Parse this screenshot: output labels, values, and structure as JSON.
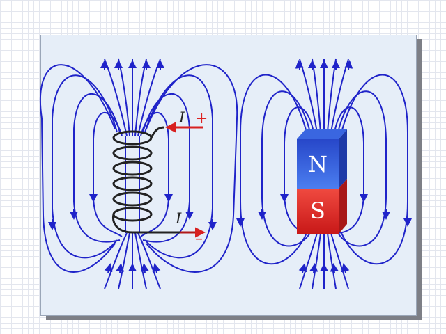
{
  "solenoid": {
    "current_top_label": "I",
    "current_bottom_label": "I",
    "plus_sign": "+",
    "minus_sign": "–"
  },
  "bar_magnet": {
    "north_label": "N",
    "south_label": "S"
  },
  "colors": {
    "field_lines": "#1f23c9",
    "north_pole": "#2d58d8",
    "south_pole": "#e03030",
    "current_arrow": "#d82020",
    "coil": "#222222"
  }
}
